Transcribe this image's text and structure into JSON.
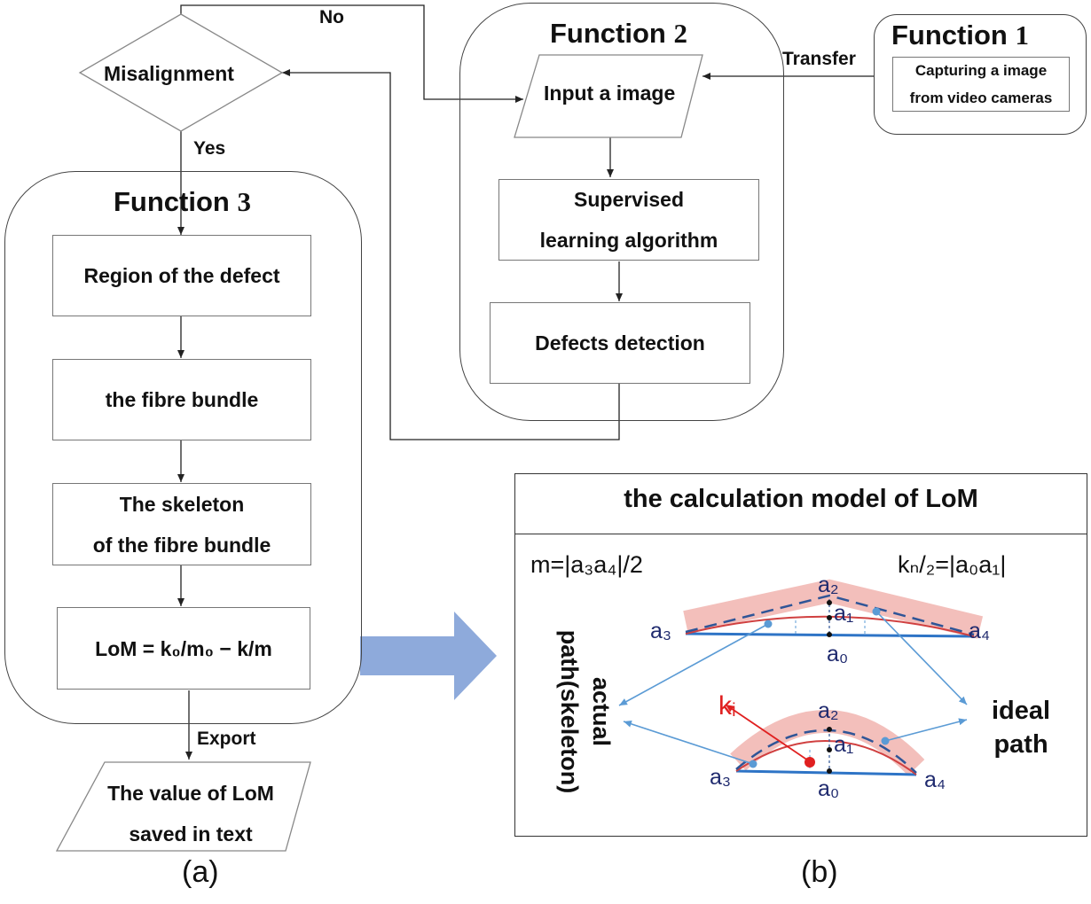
{
  "panel_a": {
    "function1": {
      "title": "Function",
      "num": "1",
      "line1": "Capturing a image",
      "line2": "from video cameras"
    },
    "transfer": "Transfer",
    "function2": {
      "title": "Function",
      "num": "2",
      "input": "Input a image",
      "algo1": "Supervised",
      "algo2": "learning algorithm",
      "detect": "Defects detection"
    },
    "misalignment": "Misalignment",
    "no": "No",
    "yes": "Yes",
    "function3": {
      "title": "Function",
      "num": "3",
      "region": "Region of the defect",
      "bundle": "the fibre bundle",
      "skel1": "The skeleton",
      "skel2": "of the fibre bundle",
      "formula": "LoM = k₀/m₀ − k/m"
    },
    "export": "Export",
    "output1": "The value of LoM",
    "output2": "saved in text",
    "caption": "(a)"
  },
  "panel_b": {
    "title": "the calculation model of LoM",
    "m_formula": "m=|a₃a₄|/2",
    "k_formula": "kₙ/₂=|a₀a₁|",
    "actual_line1": "actual",
    "actual_line2": "path(skeleton)",
    "ideal_line1": "ideal",
    "ideal_line2": "path",
    "ki": "kᵢ",
    "points": {
      "a0": "a₀",
      "a1": "a₁",
      "a2": "a₂",
      "a3": "a₃",
      "a4": "a₄"
    },
    "caption": "(b)"
  },
  "colors": {
    "blue": "#2e74c6",
    "light_blue": "#5b9bd5",
    "red": "#e02020",
    "pink": "#f2b8b4",
    "navy": "#1f2a6e",
    "arrow_fill": "#8eaadb"
  }
}
